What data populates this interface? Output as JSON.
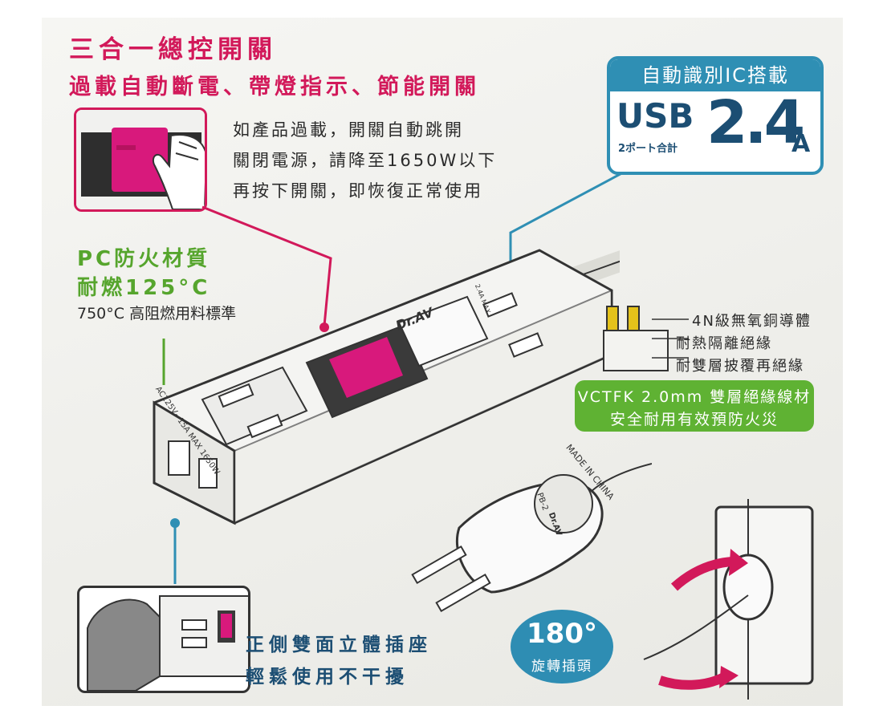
{
  "header": {
    "title": "三合一總控開關",
    "subtitle": "過載自動斷電、帶燈指示、節能開關"
  },
  "overload": {
    "lines": [
      "如產品過載，開關自動跳開",
      "關閉電源，請降至1650W以下",
      "再按下開關，即恢復正常使用"
    ]
  },
  "material": {
    "title": "PC防火材質",
    "temp": "耐燃125°C",
    "standard": "750°C 高阻燃用料標準"
  },
  "usb": {
    "heading": "自動識別IC搭載",
    "word": "USB",
    "ports": "2ポート合計",
    "amps": "2.4",
    "unit": "A",
    "port_label": "2.4A MAX"
  },
  "wire": {
    "labels": [
      "4N級無氧銅導體",
      "耐熱隔離絕緣",
      "耐雙層披覆再絕緣"
    ],
    "banner_line1": "VCTFK 2.0mm 雙層絕緣線材",
    "banner_line2": "安全耐用有效預防火災"
  },
  "strip": {
    "brand": "Dr.AV",
    "rating": "AC125V~15A MAX 1650W"
  },
  "plug": {
    "made": "MADE IN CHINA",
    "model": "PB-2",
    "brand": "Dr.AV"
  },
  "side": {
    "title": "正側雙面立體插座",
    "subtitle": "輕鬆使用不干擾"
  },
  "rotation": {
    "angle": "180°",
    "label": "旋轉插頭"
  },
  "colors": {
    "magenta": "#d2195a",
    "green": "#5fb233",
    "teal": "#2f8fb4",
    "navy": "#1c4e73"
  }
}
